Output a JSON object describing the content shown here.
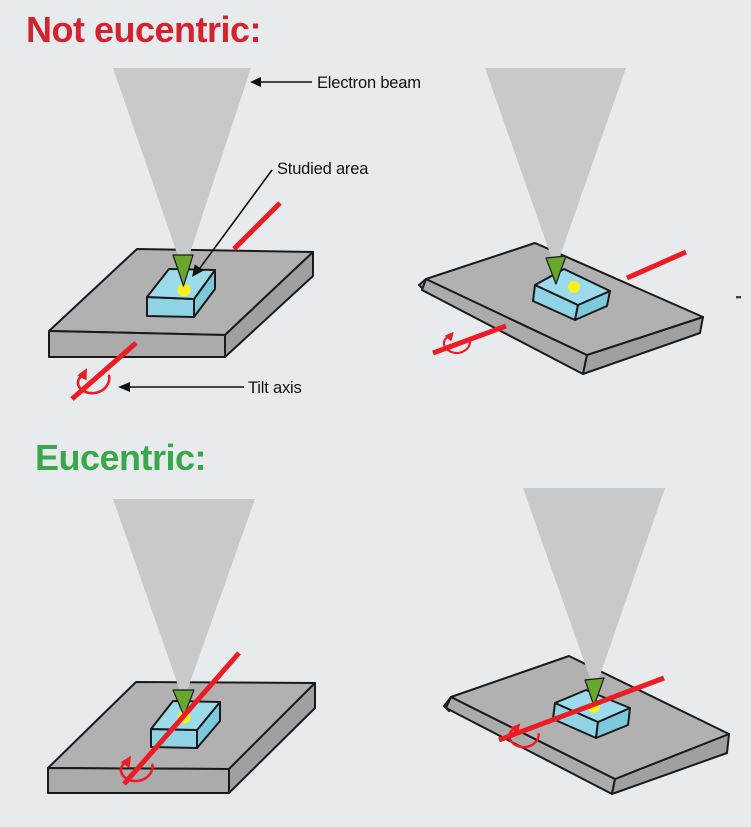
{
  "titles": {
    "not_eucentric": "Not eucentric:",
    "eucentric": "Eucentric:"
  },
  "annotations": {
    "electron_beam": "Electron beam",
    "studied_area": "Studied area",
    "tilt_axis": "Tilt axis"
  },
  "palette": {
    "background": "#e8ebee",
    "title_red": "#d2232e",
    "title_green": "#3aa74a",
    "beam_gray": "#c8c9ca",
    "stage_gray_top": "#b1b1b1",
    "stage_gray_front": "#ababab",
    "stage_gray_side": "#a0a0a0",
    "sample_cyan_top": "#9bdbeb",
    "sample_cyan_front": "#8fd3e4",
    "sample_cyan_side": "#7cc9db",
    "beam_tip_green": "#68a72e",
    "studied_spot_yellow": "#f9ee1e",
    "tilt_axis_red": "#ec1b24",
    "outline_black": "#1a1a1a",
    "stray_mark": "#444444"
  }
}
